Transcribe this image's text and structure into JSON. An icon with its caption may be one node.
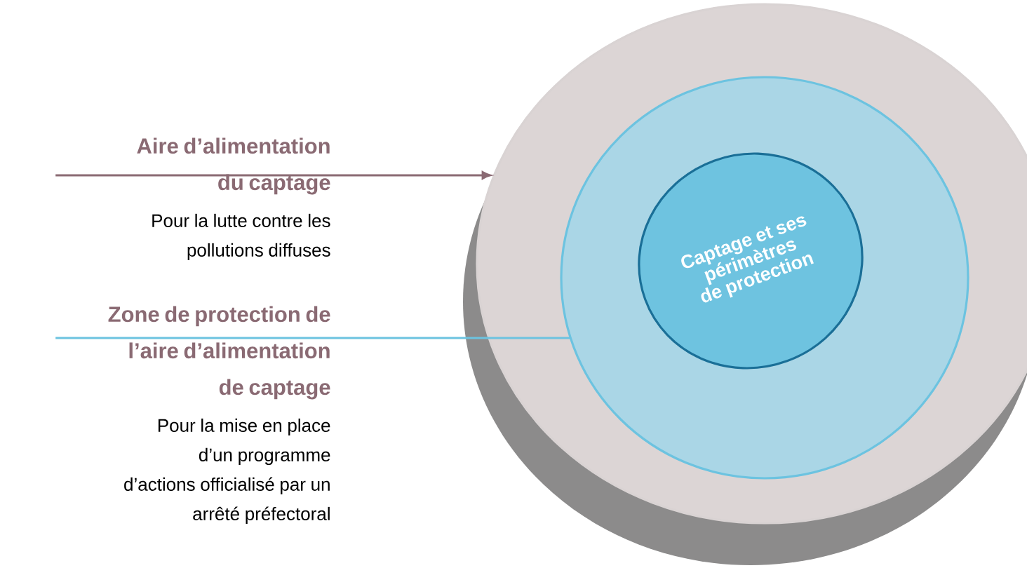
{
  "diagram": {
    "nodes": [
      {
        "text": [],
        "shape": "circle"
      },
      {
        "text": [],
        "shape": "circle",
        "in": 0
      },
      {
        "text": [
          "Captage et ses périmètres de protection"
        ],
        "in": 1
      },
      {
        "text": [
          "Aire d’alimentation du captage",
          "Pour la lutte contre les pollutions diffuses"
        ]
      },
      {
        "text": [
          "Zone de protection de l’aire d’alimentation de captage",
          "Pour la mise en place d’un programme d’actions officialisé par un arrêté préfectoral"
        ]
      }
    ],
    "edges": [
      {
        "from": 3,
        "to": 0,
        "arrow": "to",
        "color": "#8a6a73"
      },
      {
        "from": 4,
        "to": 1,
        "arrow": "none",
        "color": "#6cc3e0"
      }
    ]
  }
}
